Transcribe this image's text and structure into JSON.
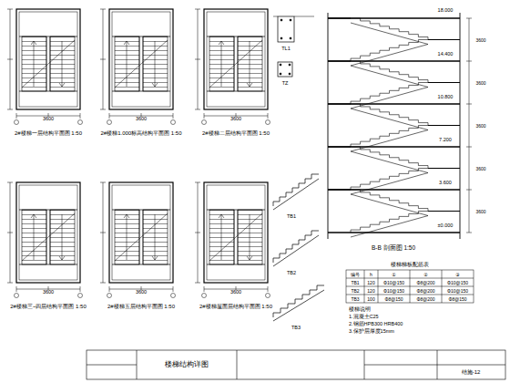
{
  "diagram": {
    "labels": [
      "2#楼梯一层结构平面图 1:50",
      "2#楼梯1.000标高结构平面图 1:50",
      "2#楼梯二层结构平面图 1:50",
      "2#楼梯三~四层结构平面图 1:50",
      "2#楼梯五层结构平面图 1:50",
      "2#楼梯屋面层结构平面图 1:50",
      "3600",
      "3600",
      "3600",
      "3600",
      "3600",
      "3600",
      "TL1",
      "TZ",
      "TB1",
      "TB2",
      "TB3",
      "±0.000",
      "3.600",
      "7.200",
      "10.800",
      "14.400",
      "18.000",
      "B-B 剖面图 1:50",
      "楼梯梯板配筋表",
      "编号",
      "h",
      "①",
      "②",
      "③",
      "TB1",
      "120",
      "Φ10@150",
      "Φ8@200",
      "Φ10@150",
      "TB2",
      "120",
      "Φ10@150",
      "Φ8@200",
      "Φ10@150",
      "TB3",
      "100",
      "Φ8@150",
      "Φ8@200",
      "Φ8@150",
      "楼梯说明",
      "1.混凝土C25",
      "2.钢筋HPB300 HRB400",
      "3.保护层厚度15mm",
      "楼梯结构详图",
      "结施-12",
      "3600",
      "3600",
      "3600",
      "3600",
      "3600"
    ]
  }
}
